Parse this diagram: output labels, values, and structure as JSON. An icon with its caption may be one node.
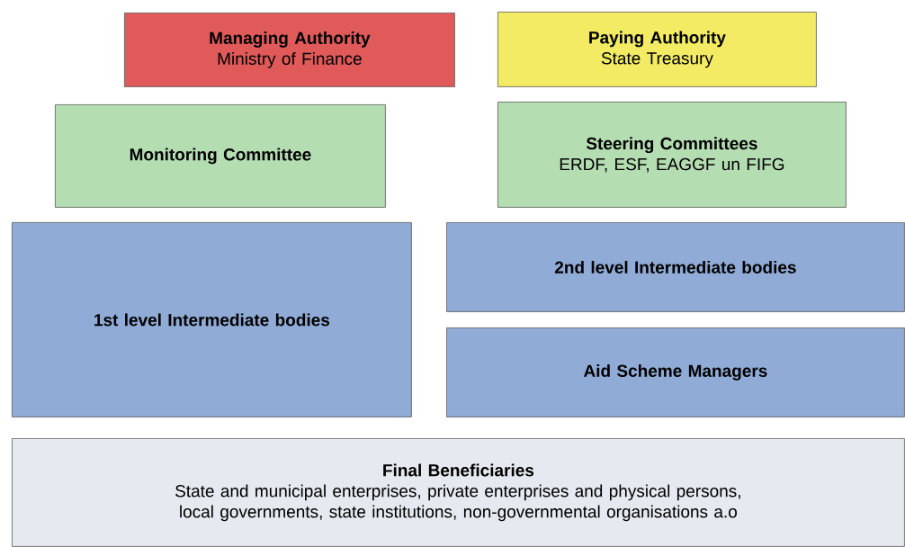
{
  "diagram": {
    "nodes": [
      {
        "text": [
          "Managing Authority",
          "Ministry of Finance"
        ]
      },
      {
        "text": [
          "Paying Authority",
          "State Treasury"
        ]
      },
      {
        "text": [
          "Monitoring Committee"
        ]
      },
      {
        "text": [
          "Steering Committees",
          "ERDF, ESF, EAGGF un FIFG"
        ]
      },
      {
        "text": [
          "1st level Intermediate bodies"
        ]
      },
      {
        "text": [
          "2nd level Intermediate bodies"
        ]
      },
      {
        "text": [
          "Aid Scheme Managers"
        ]
      },
      {
        "text": [
          "Final Beneficiaries",
          "State and municipal enterprises, private enterprises and physical persons, local governments, state institutions, non-governmental organisations a.o"
        ]
      }
    ]
  }
}
